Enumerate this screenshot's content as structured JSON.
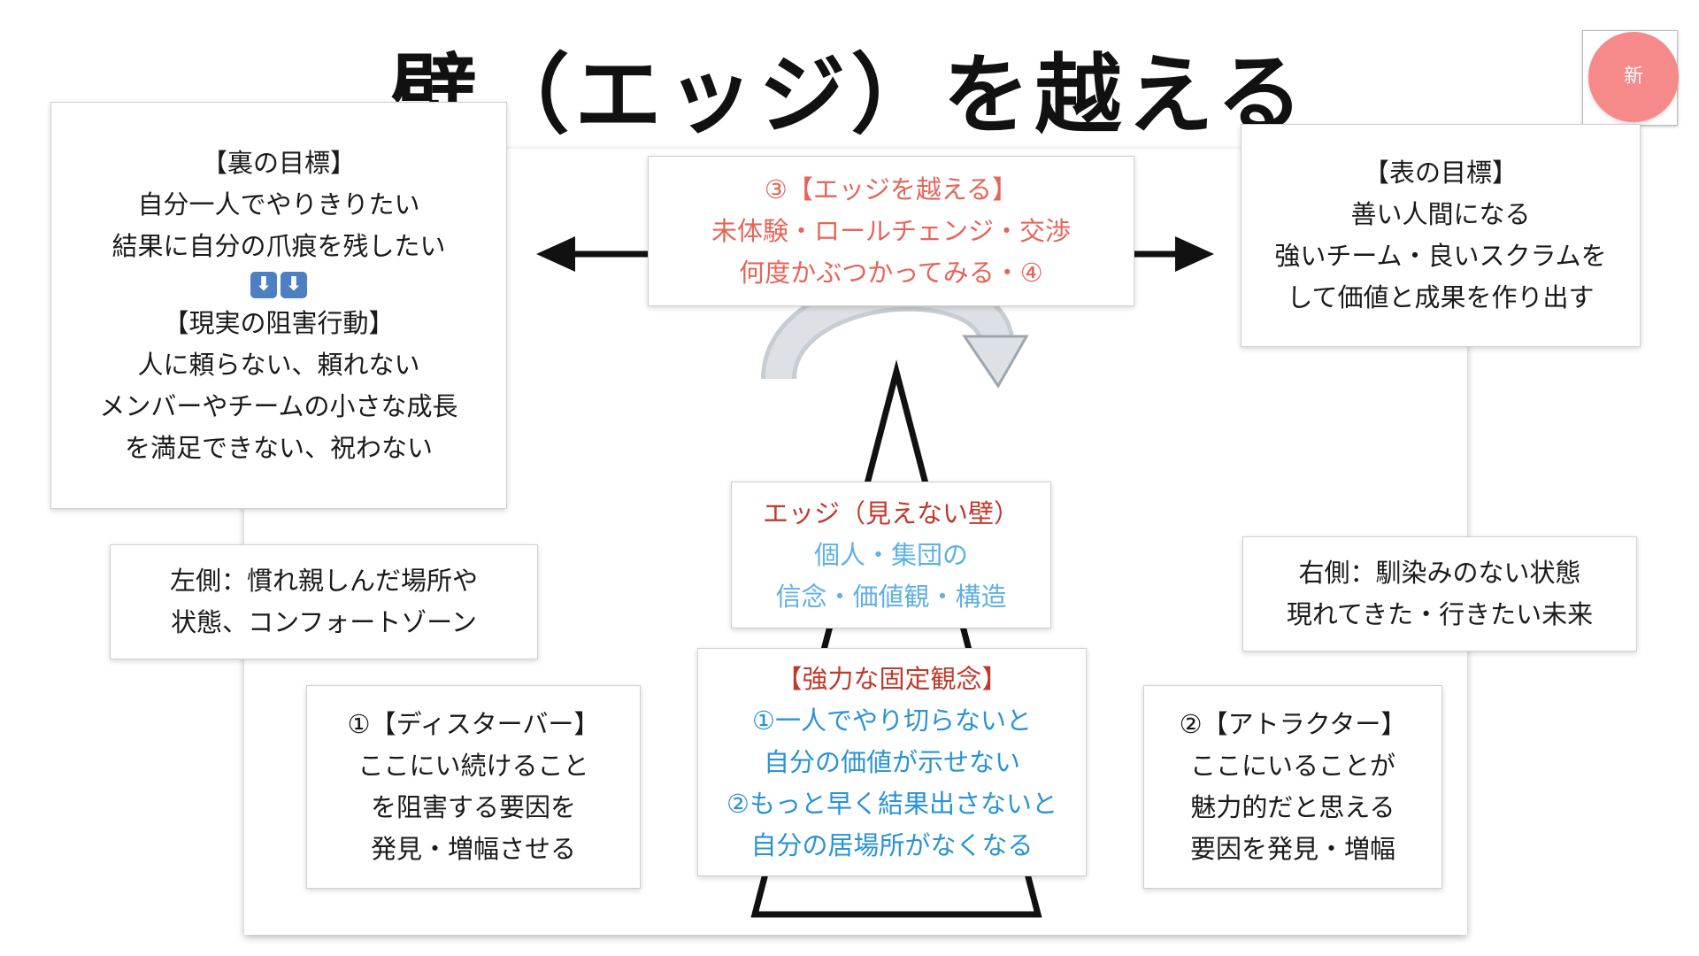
{
  "title": "壁（エッジ）を越える",
  "badge": "新",
  "left_box": {
    "heading1": "【裏の目標】",
    "line1": "自分一人でやりきりたい",
    "line2": "結果に自分の爪痕を残したい",
    "emoji_icons": [
      "⬇",
      "⬇"
    ],
    "heading2": "【現実の阻害行動】",
    "line3": "人に頼らない、頼れない",
    "line4": "メンバーやチームの小さな成長",
    "line5": "を満足できない、祝わない"
  },
  "right_box": {
    "heading": "【表の目標】",
    "line1": "善い人間になる",
    "line2": "強いチーム・良いスクラムを",
    "line3": "して価値と成果を作り出す"
  },
  "center_top_box": {
    "line1": "③【エッジを越える】",
    "line2": "未体験・ロールチェンジ・交渉",
    "line3": "何度かぶつかってみる・④"
  },
  "left_side_box": {
    "line1": "左側：慣れ親しんだ場所や",
    "line2": "状態、コンフォートゾーン"
  },
  "right_side_box": {
    "line1": "右側：馴染みのない状態",
    "line2": "現れてきた・行きたい未来"
  },
  "edge_box": {
    "line1": "エッジ（見えない壁）",
    "line2": "個人・集団の",
    "line3": "信念・価値観・構造"
  },
  "belief_box": {
    "heading": "【強力な固定観念】",
    "line1": "①一人でやり切らないと",
    "line2": "自分の価値が示せない",
    "line3": "②もっと早く結果出さないと",
    "line4": "自分の居場所がなくなる"
  },
  "disturber_box": {
    "line1": "①【ディスターバー】",
    "line2": "ここにい続けること",
    "line3": "を阻害する要因を",
    "line4": "発見・増幅させる"
  },
  "attractor_box": {
    "line1": "②【アトラクター】",
    "line2": "ここにいることが",
    "line3": "魅力的だと思える",
    "line4": "要因を発見・増幅"
  },
  "colors": {
    "red": "#c0392b",
    "salmon": "#e4655a",
    "light_blue": "#5fb0e3",
    "blue": "#2a93d4",
    "badge": "#f6898a"
  }
}
